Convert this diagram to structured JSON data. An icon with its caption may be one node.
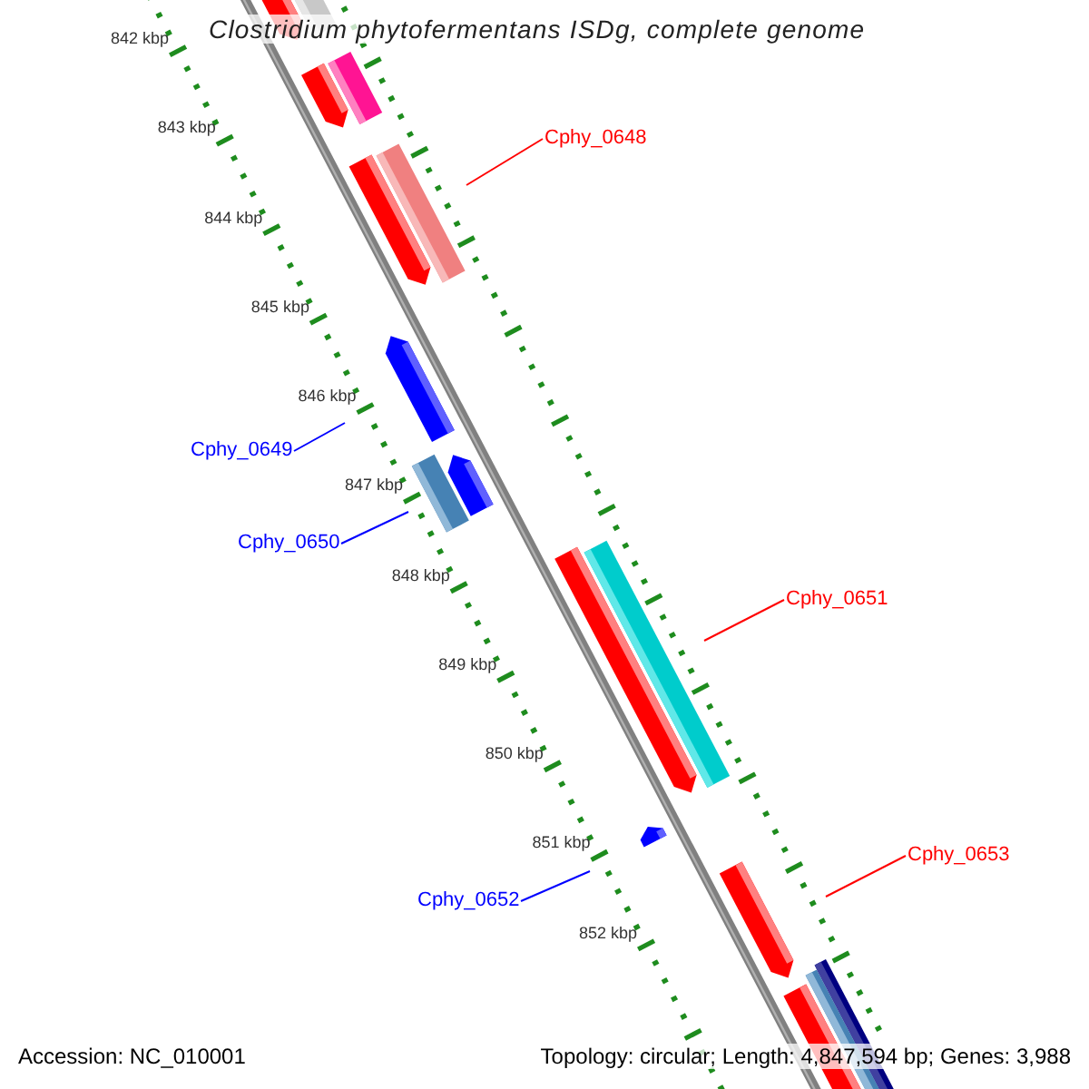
{
  "diagram": {
    "title": "Clostridium phytofermentans ISDg, complete genome",
    "nodes": [
      {
        "text": [
          "Cphy_0648"
        ]
      },
      {
        "text": [
          "Cphy_0649"
        ]
      },
      {
        "text": [
          "Cphy_0650"
        ]
      },
      {
        "text": [
          "Cphy_0651"
        ]
      },
      {
        "text": [
          "Cphy_0653"
        ]
      },
      {
        "text": [
          "Cphy_0652"
        ]
      }
    ],
    "edges": [
      {
        "from": 0,
        "to": null,
        "arrow": "none",
        "color": "#ff0000"
      },
      {
        "from": 1,
        "to": null,
        "arrow": "none",
        "color": "#0000ff"
      },
      {
        "from": 2,
        "to": null,
        "arrow": "none",
        "color": "#0000ff"
      },
      {
        "from": 3,
        "to": null,
        "arrow": "none",
        "color": "#ff0000"
      },
      {
        "from": 4,
        "to": null,
        "arrow": "none",
        "color": "#ff0000"
      },
      {
        "from": 5,
        "to": null,
        "arrow": "none",
        "color": "#0000ff"
      }
    ],
    "labels": [
      "842 kbp",
      "843 kbp",
      "844 kbp",
      "845 kbp",
      "846 kbp",
      "847 kbp",
      "848 kbp",
      "849 kbp",
      "850 kbp",
      "851 kbp",
      "852 kbp",
      "Accession: NC_010001",
      "Topology: circular; Length: 4,847,594 bp; Genes: 3,988"
    ]
  }
}
